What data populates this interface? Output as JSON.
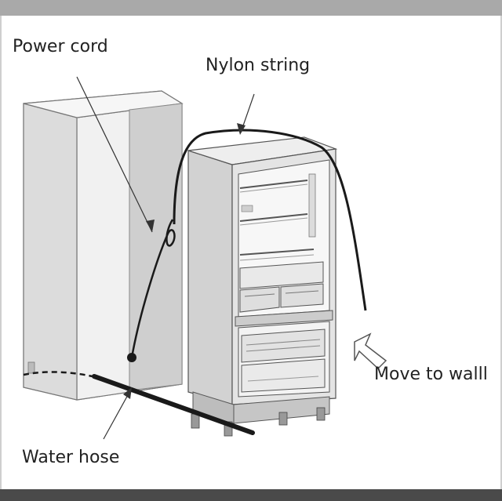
{
  "labels": {
    "power_cord": "Power cord",
    "nylon_string": "Nylon string",
    "move_to_wall": "Move to walll",
    "water_hose": "Water hose"
  },
  "colors": {
    "frame_top": "#a9a9a9",
    "frame_bottom": "#4a4a4a",
    "line": "#1a1a1a",
    "cabinet_face": "#e6e6e6",
    "cabinet_side": "#c8c8c8"
  },
  "icons": {
    "arrow": "hollow-arrow-icon"
  }
}
